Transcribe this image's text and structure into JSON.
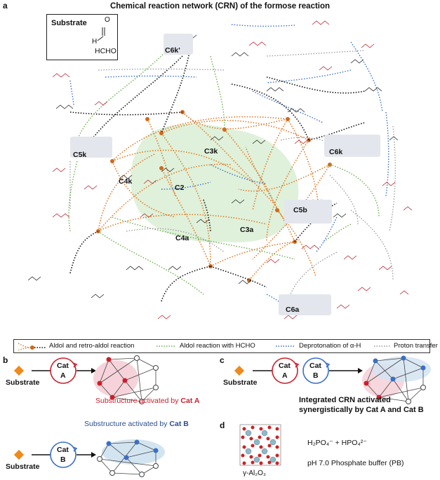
{
  "panel_a": {
    "letter": "a",
    "title": "Chemical reaction network (CRN) of the formose reaction",
    "substrate_label": "Substrate",
    "formula": "HCHO",
    "atom_h": "H",
    "atom_o": "O",
    "nodes": {
      "c6k_prime": "C6k'",
      "c5k": "C5k",
      "c3k": "C3k",
      "c6k": "C6k",
      "c4k": "C4k",
      "c2": "C2",
      "c5b": "C5b",
      "c3a": "C3a",
      "c4a": "C4a",
      "c6a": "C6a"
    },
    "legend": [
      {
        "label": "Aldol and retro-aldol reaction",
        "color": "#e07b2a"
      },
      {
        "label": "Aldol reaction with HCHO",
        "color": "#6ab04c"
      },
      {
        "label": "Deprotonation of α-H",
        "color": "#3b6fc4"
      },
      {
        "label": "Proton transfer",
        "color": "#9a9a9a"
      }
    ]
  },
  "panel_b": {
    "letter": "b",
    "substrate_label": "Substrate",
    "cat_a": {
      "line1": "Cat",
      "line2": "A",
      "color": "#cc1f2d"
    },
    "cat_b": {
      "line1": "Cat",
      "line2": "B",
      "color": "#3b6fc4"
    },
    "caption_a_prefix": "Substructure activated by ",
    "caption_a_cat": "Cat A",
    "caption_b_prefix": "Substructure activated by ",
    "caption_b_cat": "Cat B"
  },
  "panel_c": {
    "letter": "c",
    "substrate_label": "Substrate",
    "cat_a": {
      "line1": "Cat",
      "line2": "A"
    },
    "cat_b": {
      "line1": "Cat",
      "line2": "B"
    },
    "caption_line1": "Integrated CRN activated",
    "caption_line2": "synergistically by Cat A and Cat B"
  },
  "panel_d": {
    "letter": "d",
    "material": "γ-Al₂O₃",
    "phosphate_left": "H₂PO₄⁻",
    "plus": "+",
    "phosphate_right": "HPO₄²⁻",
    "buffer_label": "pH 7.0 Phosphate buffer  (PB)"
  },
  "colors": {
    "aldol": "#e07b2a",
    "hcho": "#6ab04c",
    "deprotonation": "#3b6fc4",
    "proton": "#9a9a9a",
    "cat_a": "#cc1f2d",
    "cat_b": "#3b6fc4",
    "substrate": "#ef8a1c",
    "molecule_red": "#b51d2a"
  }
}
